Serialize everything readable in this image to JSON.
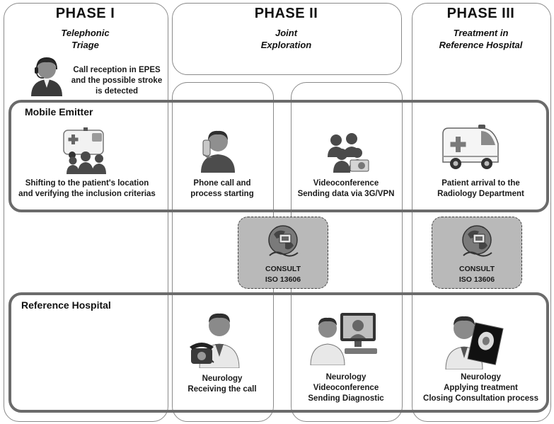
{
  "phases": [
    {
      "title": "PHASE I",
      "subtitle": [
        "Telephonic",
        "Triage"
      ]
    },
    {
      "title": "PHASE II",
      "subtitle": [
        "Joint",
        "Exploration"
      ]
    },
    {
      "title": "PHASE III",
      "subtitle": [
        "Treatment in",
        "Reference Hospital"
      ]
    }
  ],
  "call_reception": [
    "Call reception in EPES",
    "and the possible stroke",
    "is detected"
  ],
  "bands": {
    "mobile_emitter": "Mobile Emitter",
    "reference_hospital": "Reference Hospital"
  },
  "mobile_steps": [
    {
      "lines": [
        "Shifting to the patient's location",
        "and verifying the inclusion criterias"
      ],
      "icon": "ambulance-team-icon"
    },
    {
      "lines": [
        "Phone call and",
        "process starting"
      ],
      "icon": "person-phone-icon"
    },
    {
      "lines": [
        "Videoconference",
        "Sending data via 3G/VPN"
      ],
      "icon": "team-videoconference-icon"
    },
    {
      "lines": [
        "Patient arrival to the",
        "Radiology Department"
      ],
      "icon": "ambulance-icon"
    }
  ],
  "consult": [
    {
      "lines": [
        "CONSULT",
        "ISO 13606"
      ],
      "icon": "globe-network-icon"
    },
    {
      "lines": [
        "CONSULT",
        "ISO 13606"
      ],
      "icon": "globe-network-icon"
    }
  ],
  "hospital_steps": [
    {
      "lines": [
        "Neurology",
        "Receiving the call"
      ],
      "icon": "doctor-phone-icon"
    },
    {
      "lines": [
        "Neurology",
        "Videoconference",
        "Sending Diagnostic"
      ],
      "icon": "doctor-computer-icon"
    },
    {
      "lines": [
        "Neurology",
        "Applying treatment",
        "Closing Consultation  process"
      ],
      "icon": "doctor-xray-icon"
    }
  ]
}
